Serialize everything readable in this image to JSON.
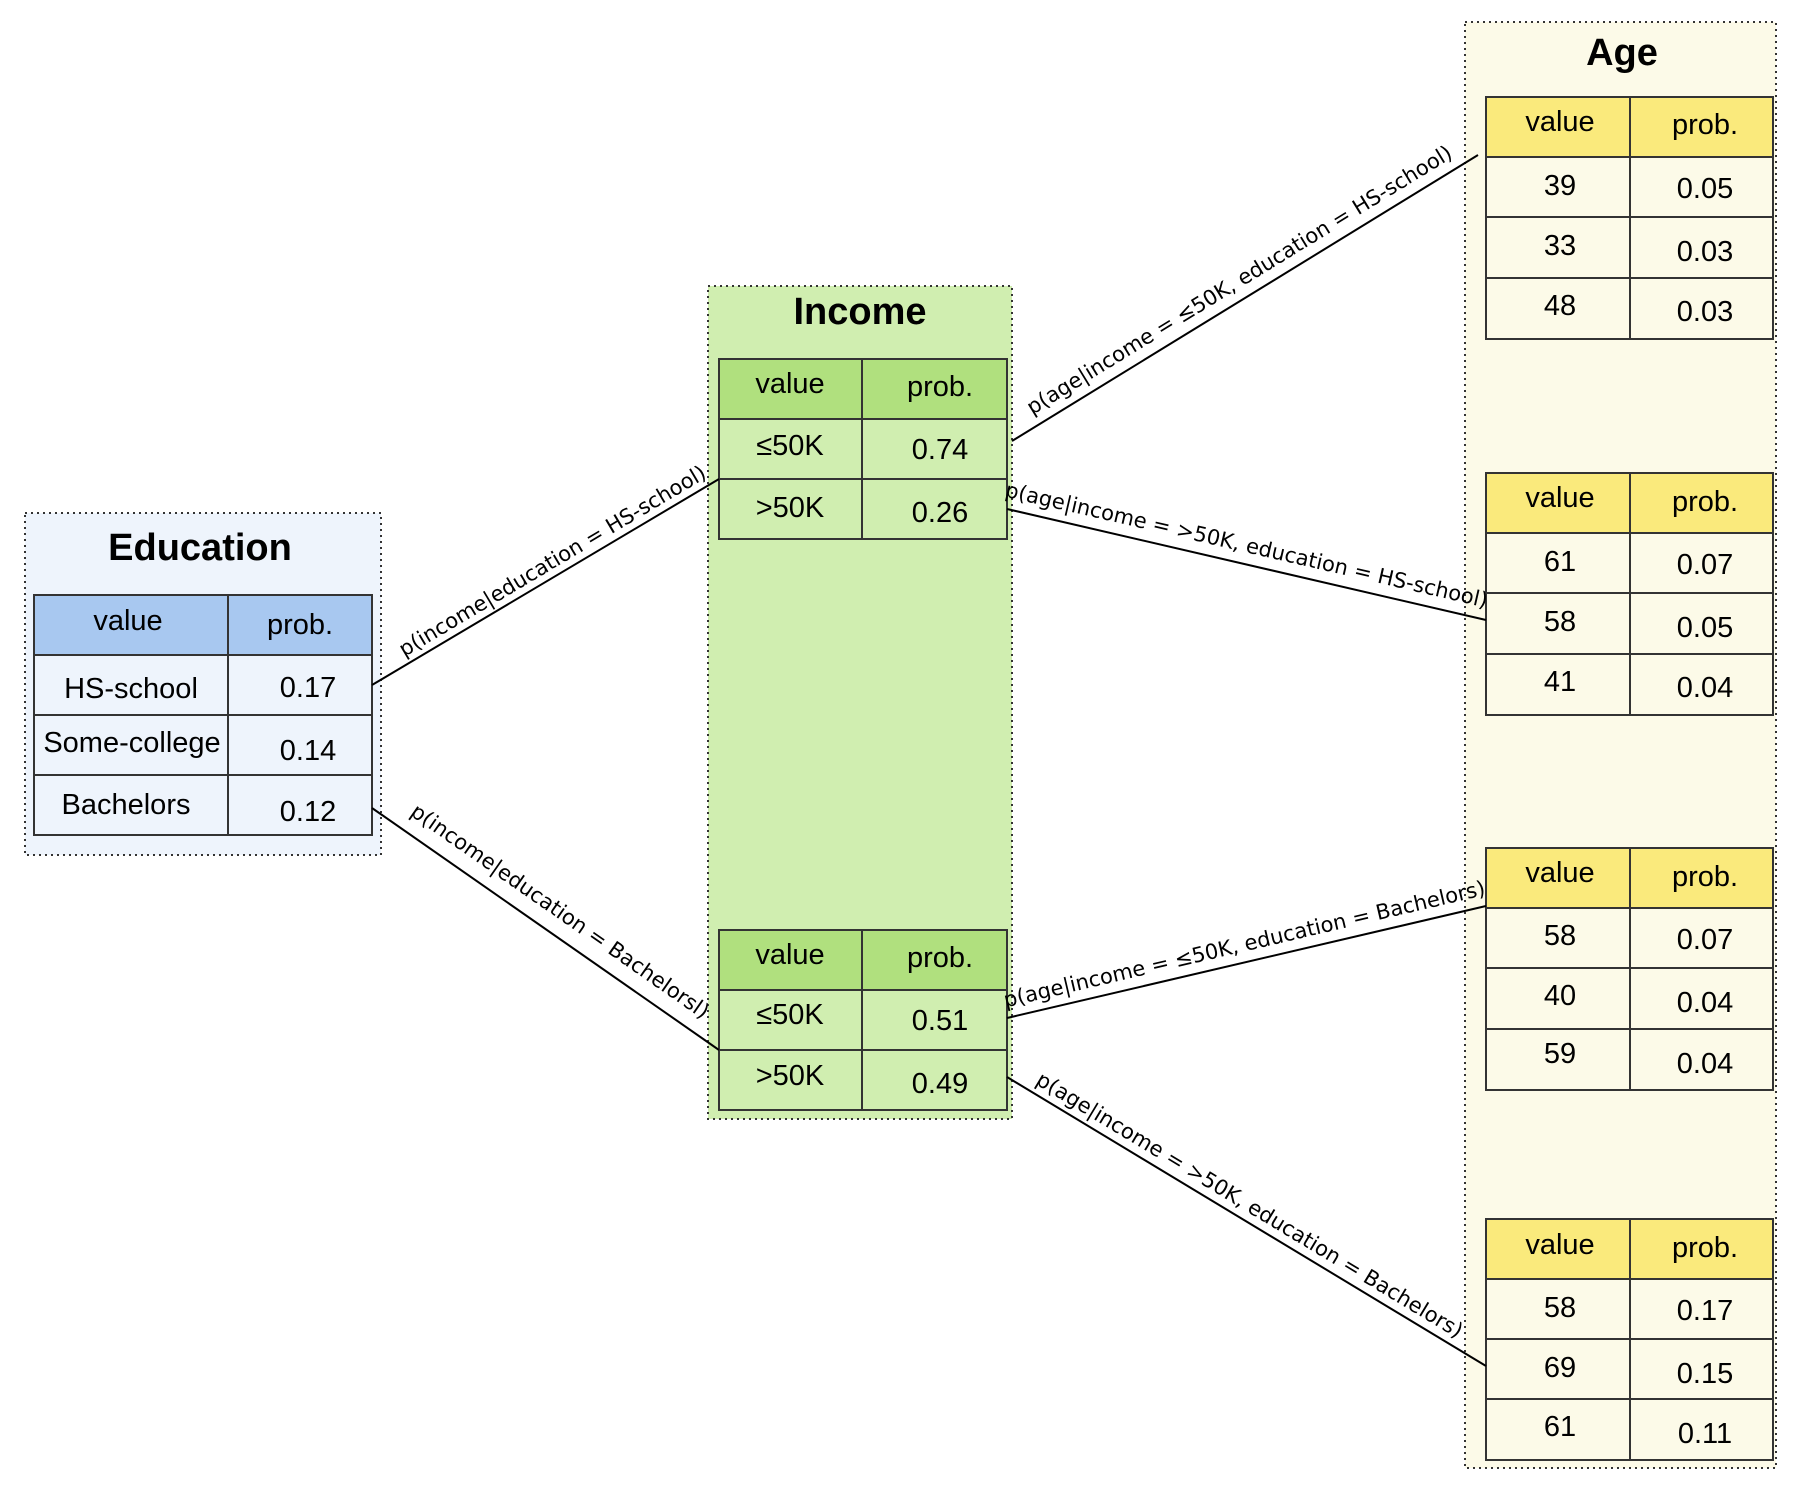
{
  "colors": {
    "education_bg": "#eef4fc",
    "education_header": "#a8c8f0",
    "income_bg": "#d0eeb0",
    "income_header": "#b0e07e",
    "age_bg": "#fcfae8",
    "age_header": "#faea7c",
    "border": "#333333"
  },
  "education": {
    "title": "Education",
    "header": {
      "value": "value",
      "prob": "prob."
    },
    "rows": [
      {
        "value": "HS-school",
        "prob": "0.17"
      },
      {
        "value": "Some-college",
        "prob": "0.14"
      },
      {
        "value": "Bachelors",
        "prob": "0.12"
      }
    ]
  },
  "income": {
    "title": "Income",
    "tables": [
      {
        "header": {
          "value": "value",
          "prob": "prob."
        },
        "rows": [
          {
            "value": "≤50K",
            "prob": "0.74"
          },
          {
            "value": ">50K",
            "prob": "0.26"
          }
        ]
      },
      {
        "header": {
          "value": "value",
          "prob": "prob."
        },
        "rows": [
          {
            "value": "≤50K",
            "prob": "0.51"
          },
          {
            "value": ">50K",
            "prob": "0.49"
          }
        ]
      }
    ]
  },
  "age": {
    "title": "Age",
    "tables": [
      {
        "header": {
          "value": "value",
          "prob": "prob."
        },
        "rows": [
          {
            "value": "39",
            "prob": "0.05"
          },
          {
            "value": "33",
            "prob": "0.03"
          },
          {
            "value": "48",
            "prob": "0.03"
          }
        ]
      },
      {
        "header": {
          "value": "value",
          "prob": "prob."
        },
        "rows": [
          {
            "value": "61",
            "prob": "0.07"
          },
          {
            "value": "58",
            "prob": "0.05"
          },
          {
            "value": "41",
            "prob": "0.04"
          }
        ]
      },
      {
        "header": {
          "value": "value",
          "prob": "prob."
        },
        "rows": [
          {
            "value": "58",
            "prob": "0.07"
          },
          {
            "value": "40",
            "prob": "0.04"
          },
          {
            "value": "59",
            "prob": "0.04"
          }
        ]
      },
      {
        "header": {
          "value": "value",
          "prob": "prob."
        },
        "rows": [
          {
            "value": "58",
            "prob": "0.17"
          },
          {
            "value": "69",
            "prob": "0.15"
          },
          {
            "value": "61",
            "prob": "0.11"
          }
        ]
      }
    ]
  },
  "edges": [
    "p(income|education = HS-school)",
    "p(income|education = Bachelorsl)",
    "p(age|income  =  ≤50K, education = HS-school)",
    "p(age|income  =  >50K, education = HS-school)",
    "p(age|income  =  ≤50K, education = Bachelors)",
    "p(age|income  =  >50K, education = Bachelors)"
  ]
}
